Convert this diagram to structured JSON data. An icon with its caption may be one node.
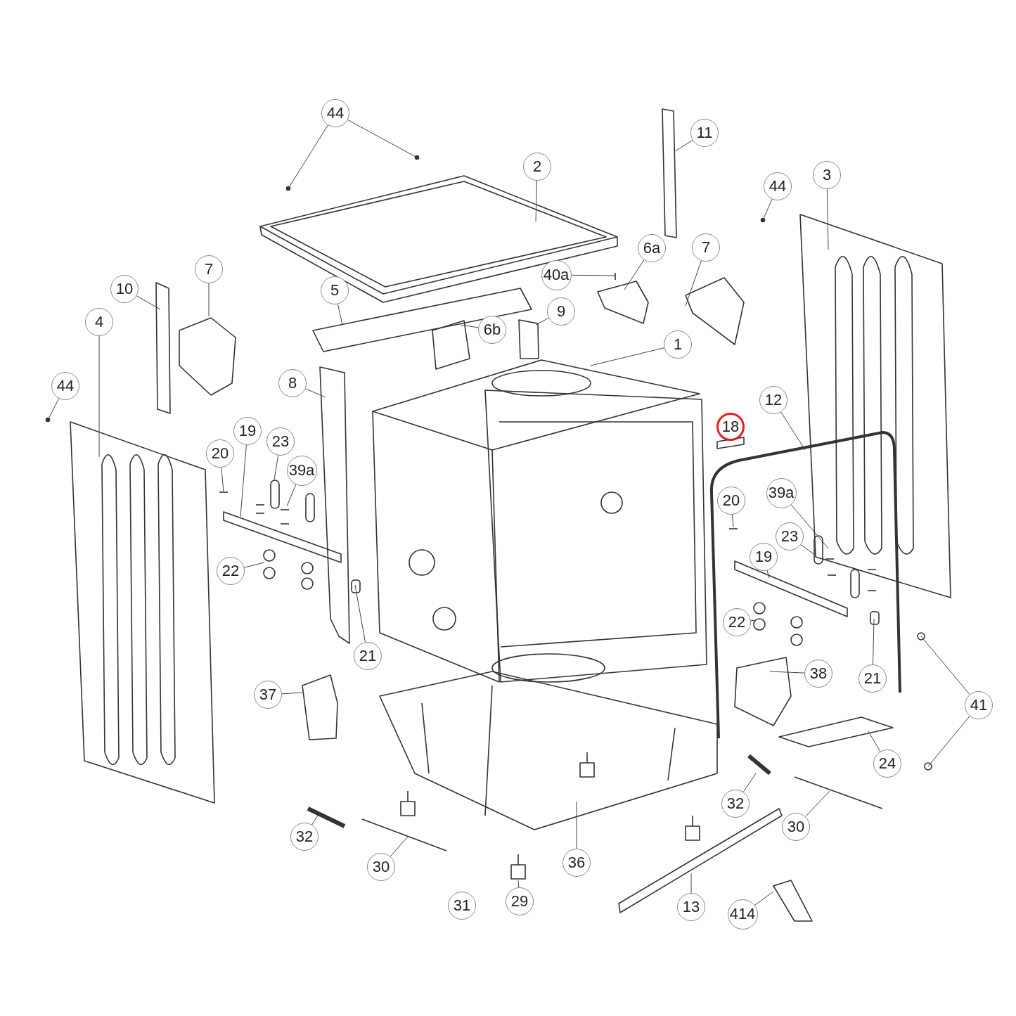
{
  "diagram": {
    "nodes": [
      {
        "text": [
          "44"
        ]
      },
      {
        "text": [
          "11"
        ]
      },
      {
        "text": [
          "2"
        ]
      },
      {
        "text": [
          "44"
        ]
      },
      {
        "text": [
          "3"
        ]
      },
      {
        "text": [
          "6a"
        ]
      },
      {
        "text": [
          "7"
        ]
      },
      {
        "text": [
          "40a"
        ]
      },
      {
        "text": [
          "5"
        ]
      },
      {
        "text": [
          "7"
        ]
      },
      {
        "text": [
          "10"
        ]
      },
      {
        "text": [
          "4"
        ]
      },
      {
        "text": [
          "9"
        ]
      },
      {
        "text": [
          "6b"
        ]
      },
      {
        "text": [
          "1"
        ]
      },
      {
        "text": [
          "44"
        ]
      },
      {
        "text": [
          "8"
        ]
      },
      {
        "text": [
          "12"
        ]
      },
      {
        "text": [
          "18"
        ]
      },
      {
        "text": [
          "19"
        ]
      },
      {
        "text": [
          "23"
        ]
      },
      {
        "text": [
          "39a"
        ]
      },
      {
        "text": [
          "20"
        ]
      },
      {
        "text": [
          "39a"
        ]
      },
      {
        "text": [
          "20"
        ]
      },
      {
        "text": [
          "23"
        ]
      },
      {
        "text": [
          "19"
        ]
      },
      {
        "text": [
          "22"
        ]
      },
      {
        "text": [
          "21"
        ]
      },
      {
        "text": [
          "22"
        ]
      },
      {
        "text": [
          "38"
        ]
      },
      {
        "text": [
          "21"
        ]
      },
      {
        "text": [
          "41"
        ]
      },
      {
        "text": [
          "37"
        ]
      },
      {
        "text": [
          "24"
        ]
      },
      {
        "text": [
          "32"
        ]
      },
      {
        "text": [
          "30"
        ]
      },
      {
        "text": [
          "32"
        ]
      },
      {
        "text": [
          "30"
        ]
      },
      {
        "text": [
          "36"
        ]
      },
      {
        "text": [
          "31"
        ]
      },
      {
        "text": [
          "29"
        ]
      },
      {
        "text": [
          "13"
        ]
      },
      {
        "text": [
          "414"
        ]
      }
    ],
    "edges": [
      {
        "from": 0,
        "to": null,
        "arrow": "none"
      },
      {
        "from": 0,
        "to": null,
        "arrow": "none"
      },
      {
        "from": 1,
        "to": null,
        "arrow": "none"
      },
      {
        "from": 2,
        "to": null,
        "arrow": "none"
      },
      {
        "from": 3,
        "to": null,
        "arrow": "none"
      },
      {
        "from": 4,
        "to": null,
        "arrow": "none"
      },
      {
        "from": 5,
        "to": null,
        "arrow": "none"
      },
      {
        "from": 6,
        "to": null,
        "arrow": "none"
      },
      {
        "from": 7,
        "to": null,
        "arrow": "none"
      },
      {
        "from": 8,
        "to": null,
        "arrow": "none"
      },
      {
        "from": 9,
        "to": null,
        "arrow": "none"
      },
      {
        "from": 10,
        "to": null,
        "arrow": "none"
      },
      {
        "from": 11,
        "to": null,
        "arrow": "none"
      },
      {
        "from": 12,
        "to": null,
        "arrow": "none"
      },
      {
        "from": 13,
        "to": null,
        "arrow": "none"
      },
      {
        "from": 14,
        "to": null,
        "arrow": "none"
      },
      {
        "from": 15,
        "to": null,
        "arrow": "none"
      },
      {
        "from": 16,
        "to": null,
        "arrow": "none"
      },
      {
        "from": 17,
        "to": null,
        "arrow": "none"
      },
      {
        "from": 19,
        "to": null,
        "arrow": "none"
      },
      {
        "from": 20,
        "to": null,
        "arrow": "none"
      },
      {
        "from": 21,
        "to": null,
        "arrow": "none"
      },
      {
        "from": 22,
        "to": null,
        "arrow": "none"
      },
      {
        "from": 23,
        "to": null,
        "arrow": "none"
      },
      {
        "from": 24,
        "to": null,
        "arrow": "none"
      },
      {
        "from": 25,
        "to": null,
        "arrow": "none"
      },
      {
        "from": 26,
        "to": null,
        "arrow": "none"
      },
      {
        "from": 27,
        "to": null,
        "arrow": "none"
      },
      {
        "from": 28,
        "to": null,
        "arrow": "none"
      },
      {
        "from": 29,
        "to": null,
        "arrow": "none"
      },
      {
        "from": 30,
        "to": null,
        "arrow": "none"
      },
      {
        "from": 31,
        "to": null,
        "arrow": "none"
      },
      {
        "from": 32,
        "to": null,
        "arrow": "none"
      },
      {
        "from": 32,
        "to": null,
        "arrow": "none"
      },
      {
        "from": 33,
        "to": null,
        "arrow": "none"
      },
      {
        "from": 34,
        "to": null,
        "arrow": "none"
      },
      {
        "from": 35,
        "to": null,
        "arrow": "none"
      },
      {
        "from": 36,
        "to": null,
        "arrow": "none"
      },
      {
        "from": 37,
        "to": null,
        "arrow": "none"
      },
      {
        "from": 38,
        "to": null,
        "arrow": "none"
      },
      {
        "from": 39,
        "to": null,
        "arrow": "none"
      },
      {
        "from": 41,
        "to": null,
        "arrow": "none"
      },
      {
        "from": 42,
        "to": null,
        "arrow": "none"
      },
      {
        "from": 43,
        "to": null,
        "arrow": "none"
      }
    ]
  }
}
